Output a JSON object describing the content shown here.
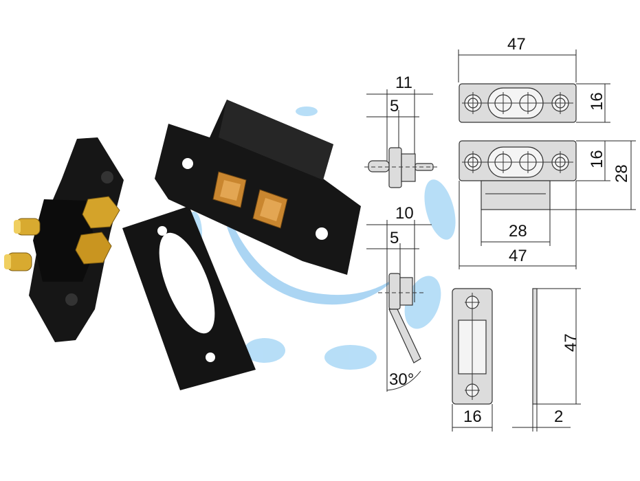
{
  "colors": {
    "plastic": "#161616",
    "brass": "#d4a32a",
    "copper": "#c9862f",
    "watermark": "#9fd3f5",
    "drawing_fill": "#dcdcdc"
  },
  "dimensions": {
    "top_width": "47",
    "top_height": "16",
    "side_top_width": "11",
    "side_top_inset": "5",
    "mid_height_16": "16",
    "mid_height_28": "28",
    "mid_inner_width": "28",
    "mid_width": "47",
    "side_mid_width": "10",
    "side_mid_inset": "5",
    "angle": "30°",
    "plate_height": "47",
    "plate_width": "16",
    "plate_thickness": "2"
  }
}
